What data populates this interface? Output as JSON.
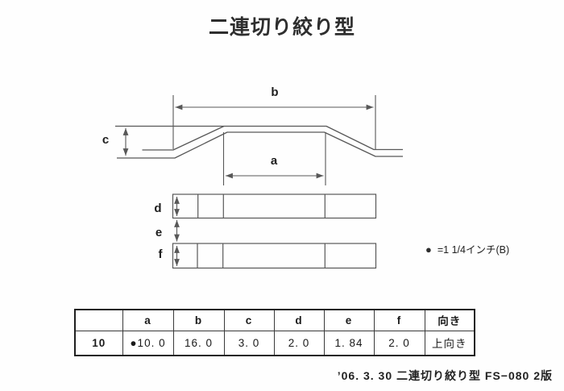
{
  "title": "二連切り絞り型",
  "diagram": {
    "dim_labels": {
      "a": "a",
      "b": "b",
      "c": "c",
      "d": "d",
      "e": "e",
      "f": "f"
    },
    "note": {
      "bullet": "●",
      "text": "=1 1/4インチ(B)"
    }
  },
  "table": {
    "headers": [
      "",
      "a",
      "b",
      "c",
      "d",
      "e",
      "f",
      "向き"
    ],
    "rows": [
      [
        "10",
        "●10. 0",
        "16. 0",
        "3. 0",
        "2. 0",
        "1. 84",
        "2. 0",
        "上向き"
      ]
    ]
  },
  "footer": "’06. 3. 30  二連切り絞り型 FS−080 2版",
  "colors": {
    "line": "#585858",
    "text": "#222222",
    "table_border": "#1f1f1f"
  }
}
